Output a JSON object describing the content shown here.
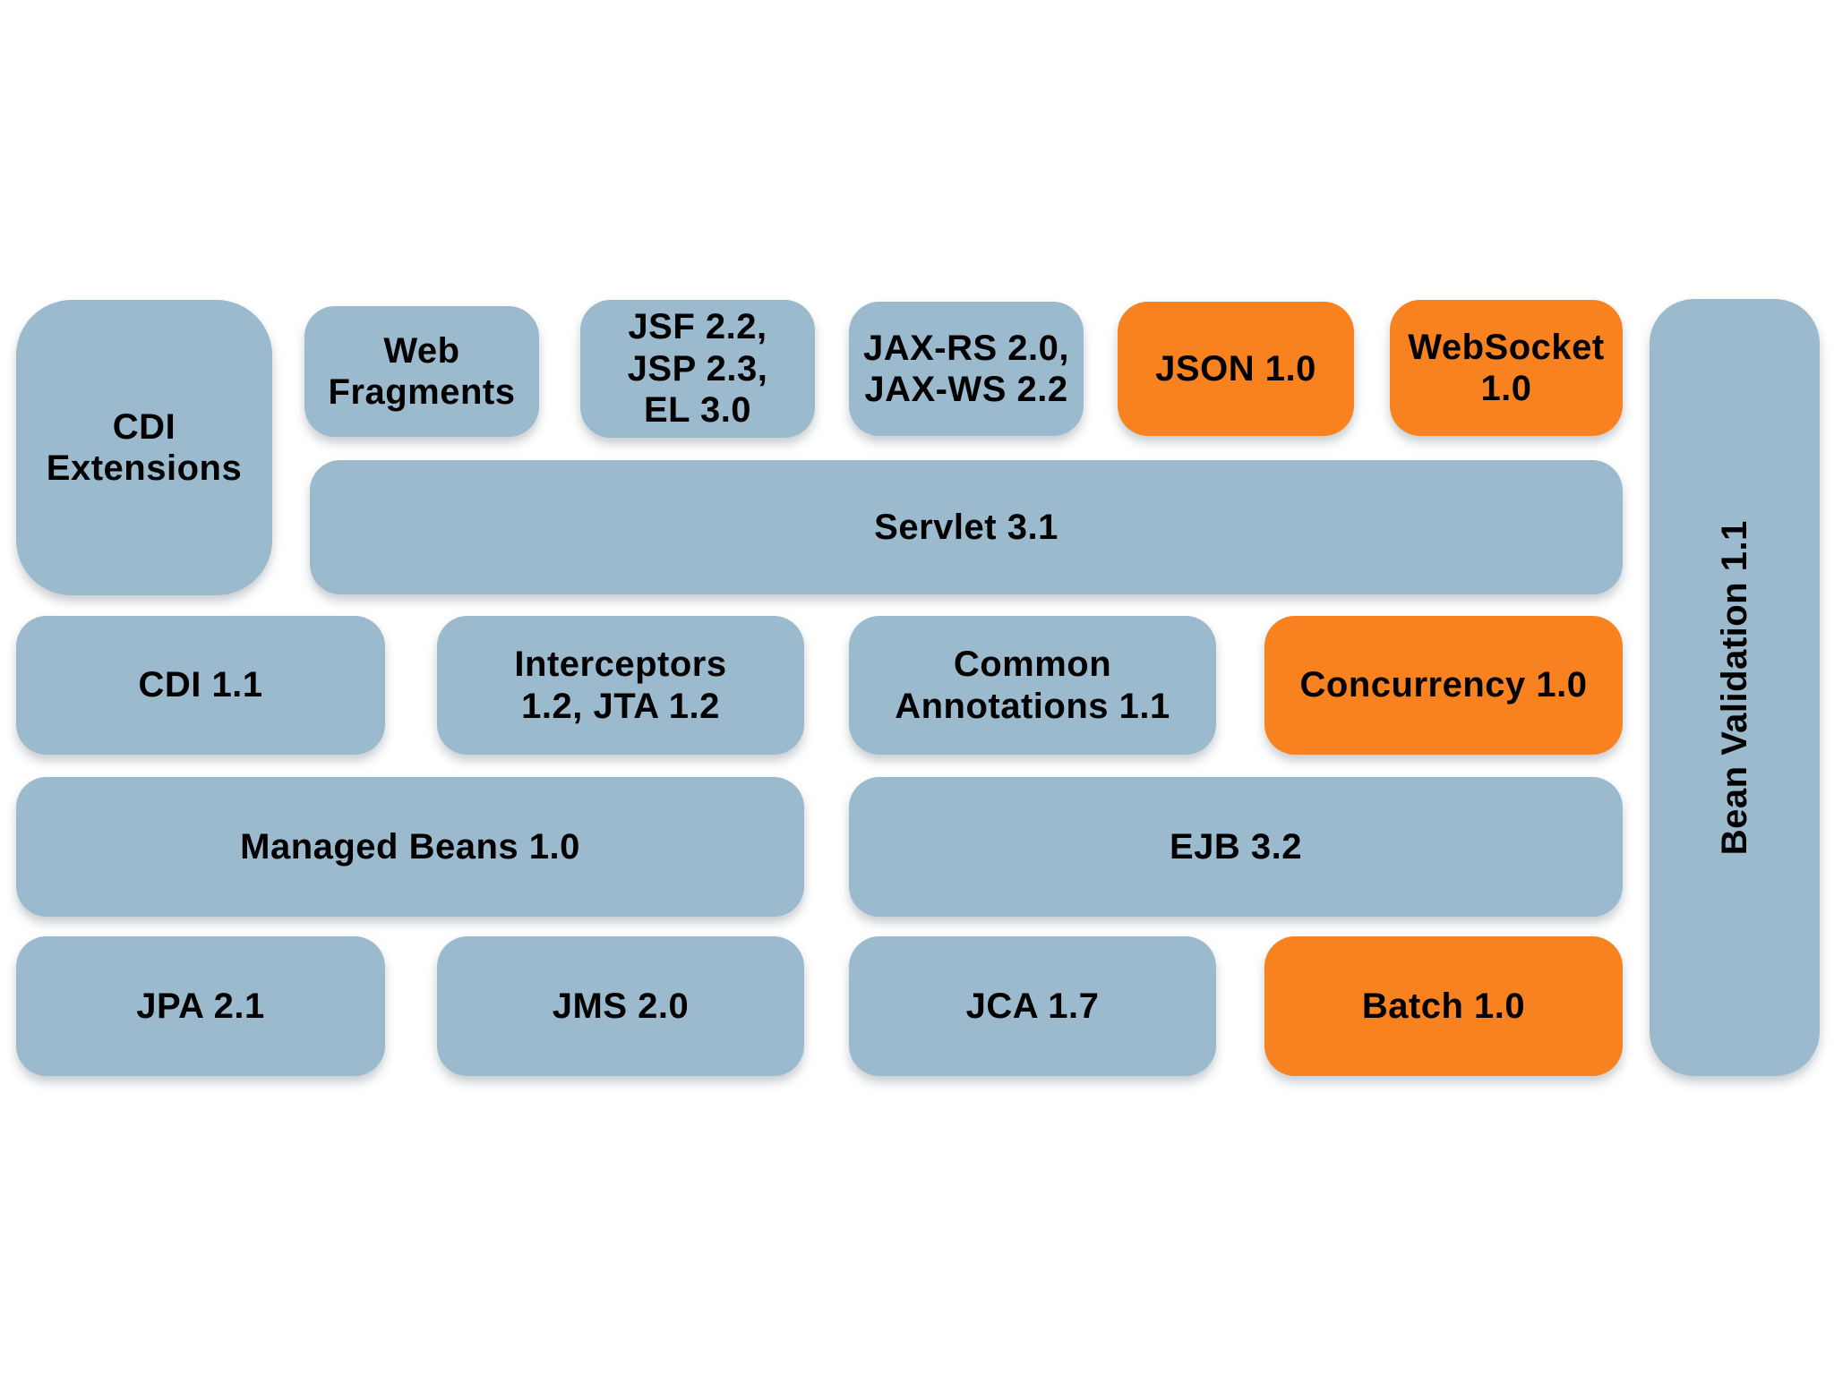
{
  "diagram": {
    "colors": {
      "standard_block": "#9cbacd",
      "highlight_block": "#f8821f",
      "text": "#000000",
      "background": "#ffffff"
    },
    "blocks": [
      {
        "id": "cdi-extensions",
        "label": "CDI\nExtensions",
        "variant": "blue"
      },
      {
        "id": "web-fragments",
        "label": "Web\nFragments",
        "variant": "blue"
      },
      {
        "id": "jsf-jsp-el",
        "label": "JSF 2.2,\nJSP 2.3,\nEL 3.0",
        "variant": "blue"
      },
      {
        "id": "jax-rs-jax-ws",
        "label": "JAX-RS 2.0,\nJAX-WS 2.2",
        "variant": "blue"
      },
      {
        "id": "json",
        "label": "JSON 1.0",
        "variant": "orange"
      },
      {
        "id": "websocket",
        "label": "WebSocket\n1.0",
        "variant": "orange"
      },
      {
        "id": "servlet",
        "label": "Servlet 3.1",
        "variant": "blue"
      },
      {
        "id": "cdi",
        "label": "CDI 1.1",
        "variant": "blue"
      },
      {
        "id": "interceptors-jta",
        "label": "Interceptors\n1.2, JTA 1.2",
        "variant": "blue"
      },
      {
        "id": "common-annotations",
        "label": "Common\nAnnotations 1.1",
        "variant": "blue"
      },
      {
        "id": "concurrency",
        "label": "Concurrency 1.0",
        "variant": "orange"
      },
      {
        "id": "managed-beans",
        "label": "Managed Beans 1.0",
        "variant": "blue"
      },
      {
        "id": "ejb",
        "label": "EJB 3.2",
        "variant": "blue"
      },
      {
        "id": "jpa",
        "label": "JPA 2.1",
        "variant": "blue"
      },
      {
        "id": "jms",
        "label": "JMS 2.0",
        "variant": "blue"
      },
      {
        "id": "jca",
        "label": "JCA 1.7",
        "variant": "blue"
      },
      {
        "id": "batch",
        "label": "Batch 1.0",
        "variant": "orange"
      },
      {
        "id": "bean-validation",
        "label": "Bean Validation 1.1",
        "variant": "blue",
        "orientation": "vertical"
      }
    ]
  }
}
